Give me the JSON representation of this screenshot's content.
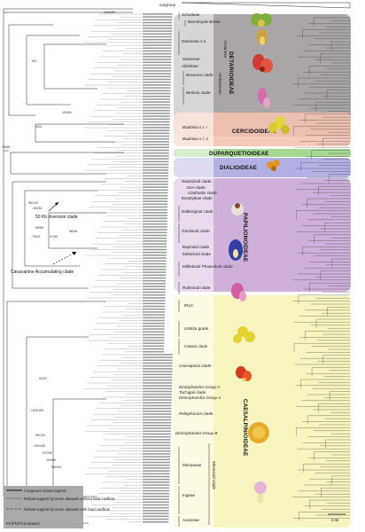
{
  "outgroup_label": "outgroup",
  "subfamilies": [
    {
      "name": "DETARIOIDEAE",
      "color": "#9b9597"
    },
    {
      "name": "CERCIDOIDEAE",
      "color": "#f2b8a6"
    },
    {
      "name": "DUPARQUETIOIDEAE",
      "color": "#9fd38e"
    },
    {
      "name": "DIALIOIDEAE",
      "color": "#a9a6dc"
    },
    {
      "name": "PAPILIONOIDEAE",
      "color": "#c7a3d2"
    },
    {
      "name": "CAESALPINIOIDEAE",
      "color": "#f7f2b7"
    }
  ],
  "detarioideae_tribes": [
    "Schotieae",
    "Barnebydendreae",
    "Detarieae s.s.",
    "Saraceae",
    "Afzelieae",
    "Brownea clade",
    "Berlinia clade"
  ],
  "detarioideae_groups": [
    "Detarieae",
    "Amherstieae"
  ],
  "cercidoideae_clades": [
    "Bauhinia s.l. I",
    "Bauhinia s.l. II"
  ],
  "papilionoideae_clades": [
    "Swartzioid clade",
    "ADA clade",
    "Cladrastis clade",
    "Exostyleae clade",
    "Dalbergioid clade",
    "Genistoid clade",
    "Baphioid clade",
    "Mirbelioid clade",
    "Millettioid/ Phaseoloid clade",
    "Robinioid clade",
    "IRLC"
  ],
  "caesalpinioideae_clades": [
    "Umtiza grade",
    "Cassia clade",
    "Caesalpinia clade",
    "Dinorphandra Group A",
    "Tachigali clade",
    "Dimorphandra Group A",
    "Peltophorum clade",
    "Dimorphandra Group B",
    "Mimoseae",
    "Ingeae",
    "Acacieae"
  ],
  "mimosoid_label": "Mimosoid clade",
  "annotations": {
    "inversion": "50 Kb inversion clade",
    "canavanine": "Canavanine Accumulating clade"
  },
  "support_values": [
    "100/100",
    "78/85",
    "92/-",
    "100/-",
    "100/81",
    "98/100",
    "-/50/54",
    "99/89",
    "97/84",
    "96/96",
    "79/93",
    "94/92",
    "-/100/100",
    "99/100",
    "100/100",
    "97/100",
    "100/85",
    "95/100",
    "86/95",
    "100/99",
    "67/93"
  ],
  "legend": {
    "items": [
      "Congruent robust support",
      "Robust support by some datasets without hard conflicts",
      "Robust support by some datasets with hard conflicts"
    ],
    "dataset": "PC/PN/PCN dataset"
  },
  "scale_label": "0.06"
}
